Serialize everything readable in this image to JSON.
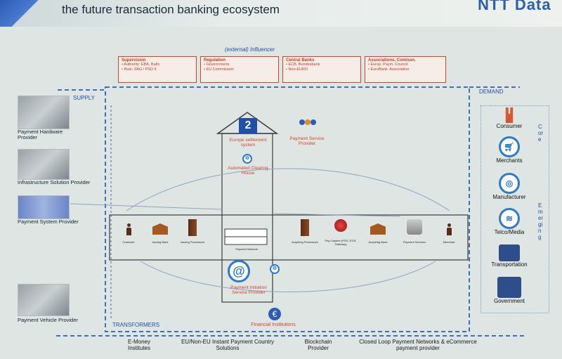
{
  "header": {
    "title": "the future transaction banking ecosystem",
    "brand": "NTT Data"
  },
  "influencer": {
    "title": "(external) Influencer",
    "boxes": [
      {
        "heading": "Supervision",
        "items": [
          "• Authority: EBA, Bafin",
          "• Rule: ZAG / PSD II"
        ]
      },
      {
        "heading": "Regulation",
        "items": [
          "• Governments",
          "• EU Commission"
        ]
      },
      {
        "heading": "Central Banks",
        "items": [
          "• ECB, Bundesbank",
          "• Non-EURO"
        ]
      },
      {
        "heading": "Associations, Comissn.",
        "items": [
          "• Europ. Paym. Council",
          "• EuroBank. Association"
        ]
      }
    ]
  },
  "supply": {
    "label": "SUPPLY",
    "providers": [
      "Payment Hardware Provider",
      "Infrastructure Solution Provider",
      "Payment System Provider",
      "Payment Vehicle Provider"
    ]
  },
  "demand": {
    "label": "DEMAND",
    "core_label": "Core",
    "emerging_label": "Emerging",
    "items": [
      "Consumer",
      "Merchants",
      "Manufacturer",
      "Telco/Media",
      "Transportation",
      "Government"
    ]
  },
  "center": {
    "settlement_system": "Europe settlement system",
    "clearing_house": "Automated Clearing House",
    "psp": "Payment Service Provider",
    "pisp": "Payment Initiation Service Provider",
    "financial_institutions": "Financial Institutions",
    "house_number": "2",
    "at_symbol": "@",
    "euro_symbol": "€"
  },
  "chain": {
    "nodes": [
      "Customer",
      "Issuing Bank",
      "Issuing Processors",
      "Payment Network",
      "Acquiring Processors",
      "Pay Capture (POS, ECR, Gateway)",
      "Acquiring Bank",
      "Payment Services",
      "Merchant"
    ]
  },
  "transformers": {
    "label": "TRANSFORMERS",
    "items": [
      "E-Money Institutes",
      "EU/Non-EU Instant Payment Country Solutions",
      "Blockchain Provider",
      "Closed Loop Payment Networks & eCommerce payment provider"
    ]
  },
  "colors": {
    "accent_blue": "#2d7bc8",
    "accent_red": "#d2452b",
    "dashed_border": "#3d6fc0"
  }
}
